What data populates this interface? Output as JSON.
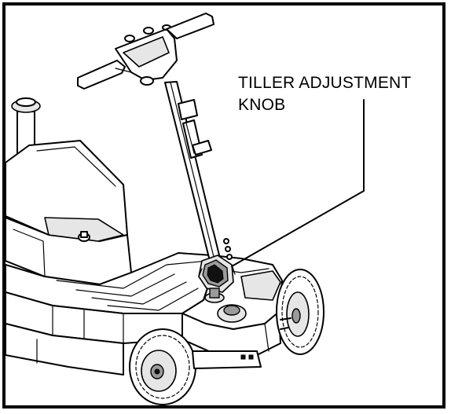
{
  "callout": {
    "line1": "TILLER ADJUSTMENT",
    "line2": "KNOB"
  },
  "icons": {
    "scooter": "mobility-scooter-line-drawing",
    "knob": "tiller-adjustment-knob",
    "leader": "callout-leader-line"
  }
}
